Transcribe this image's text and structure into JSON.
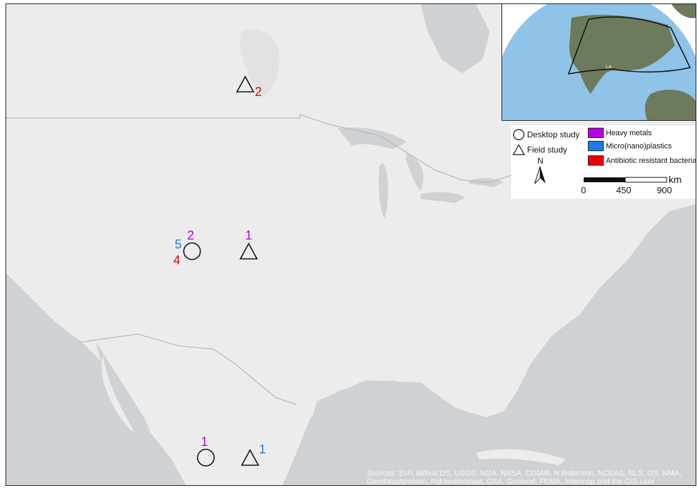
{
  "legend": {
    "symbols": [
      {
        "label": "Desktop study",
        "icon": "circle-icon"
      },
      {
        "label": "Field study",
        "icon": "triangle-icon"
      }
    ],
    "categories": [
      {
        "label": "Heavy metals",
        "color": "#b400e6"
      },
      {
        "label": "Micro(nano)plastics",
        "color": "#1f78e6"
      },
      {
        "label": "Antibiotic resistant bacteria",
        "color": "#e60000"
      }
    ],
    "north_label": "N",
    "scale": {
      "unit": "km",
      "ticks": [
        "0",
        "450",
        "900"
      ]
    }
  },
  "markers": [
    {
      "type": "field",
      "counts": [
        {
          "value": "2",
          "color": "#e60000"
        }
      ]
    },
    {
      "type": "desktop",
      "counts": [
        {
          "value": "2",
          "color": "#b400e6"
        },
        {
          "value": "5",
          "color": "#1f78e6"
        },
        {
          "value": "4",
          "color": "#e60000"
        }
      ]
    },
    {
      "type": "field",
      "counts": [
        {
          "value": "1",
          "color": "#b400e6"
        }
      ]
    },
    {
      "type": "desktop",
      "counts": [
        {
          "value": "1",
          "color": "#b400e6"
        }
      ]
    },
    {
      "type": "field",
      "counts": [
        {
          "value": "1",
          "color": "#1f78e6"
        }
      ]
    }
  ],
  "inset": {
    "label": "LA",
    "ocean_color": "#8fc3e8",
    "land_color": "#6d7a5c"
  },
  "map_colors": {
    "land": "#ececec",
    "water": "#cfd2d5",
    "border": "#b9b9b9"
  },
  "attribution": [
    "Sources: Esri, Airbus DS, USGS, NGA, NASA, CGIAR, N Robinson, NCEAS, NLS, OS, NMA,",
    "Geodatastyrelsen, Rijkswaterstaat, GSA, Geoland, FEMA, Intermap and the GIS user"
  ]
}
